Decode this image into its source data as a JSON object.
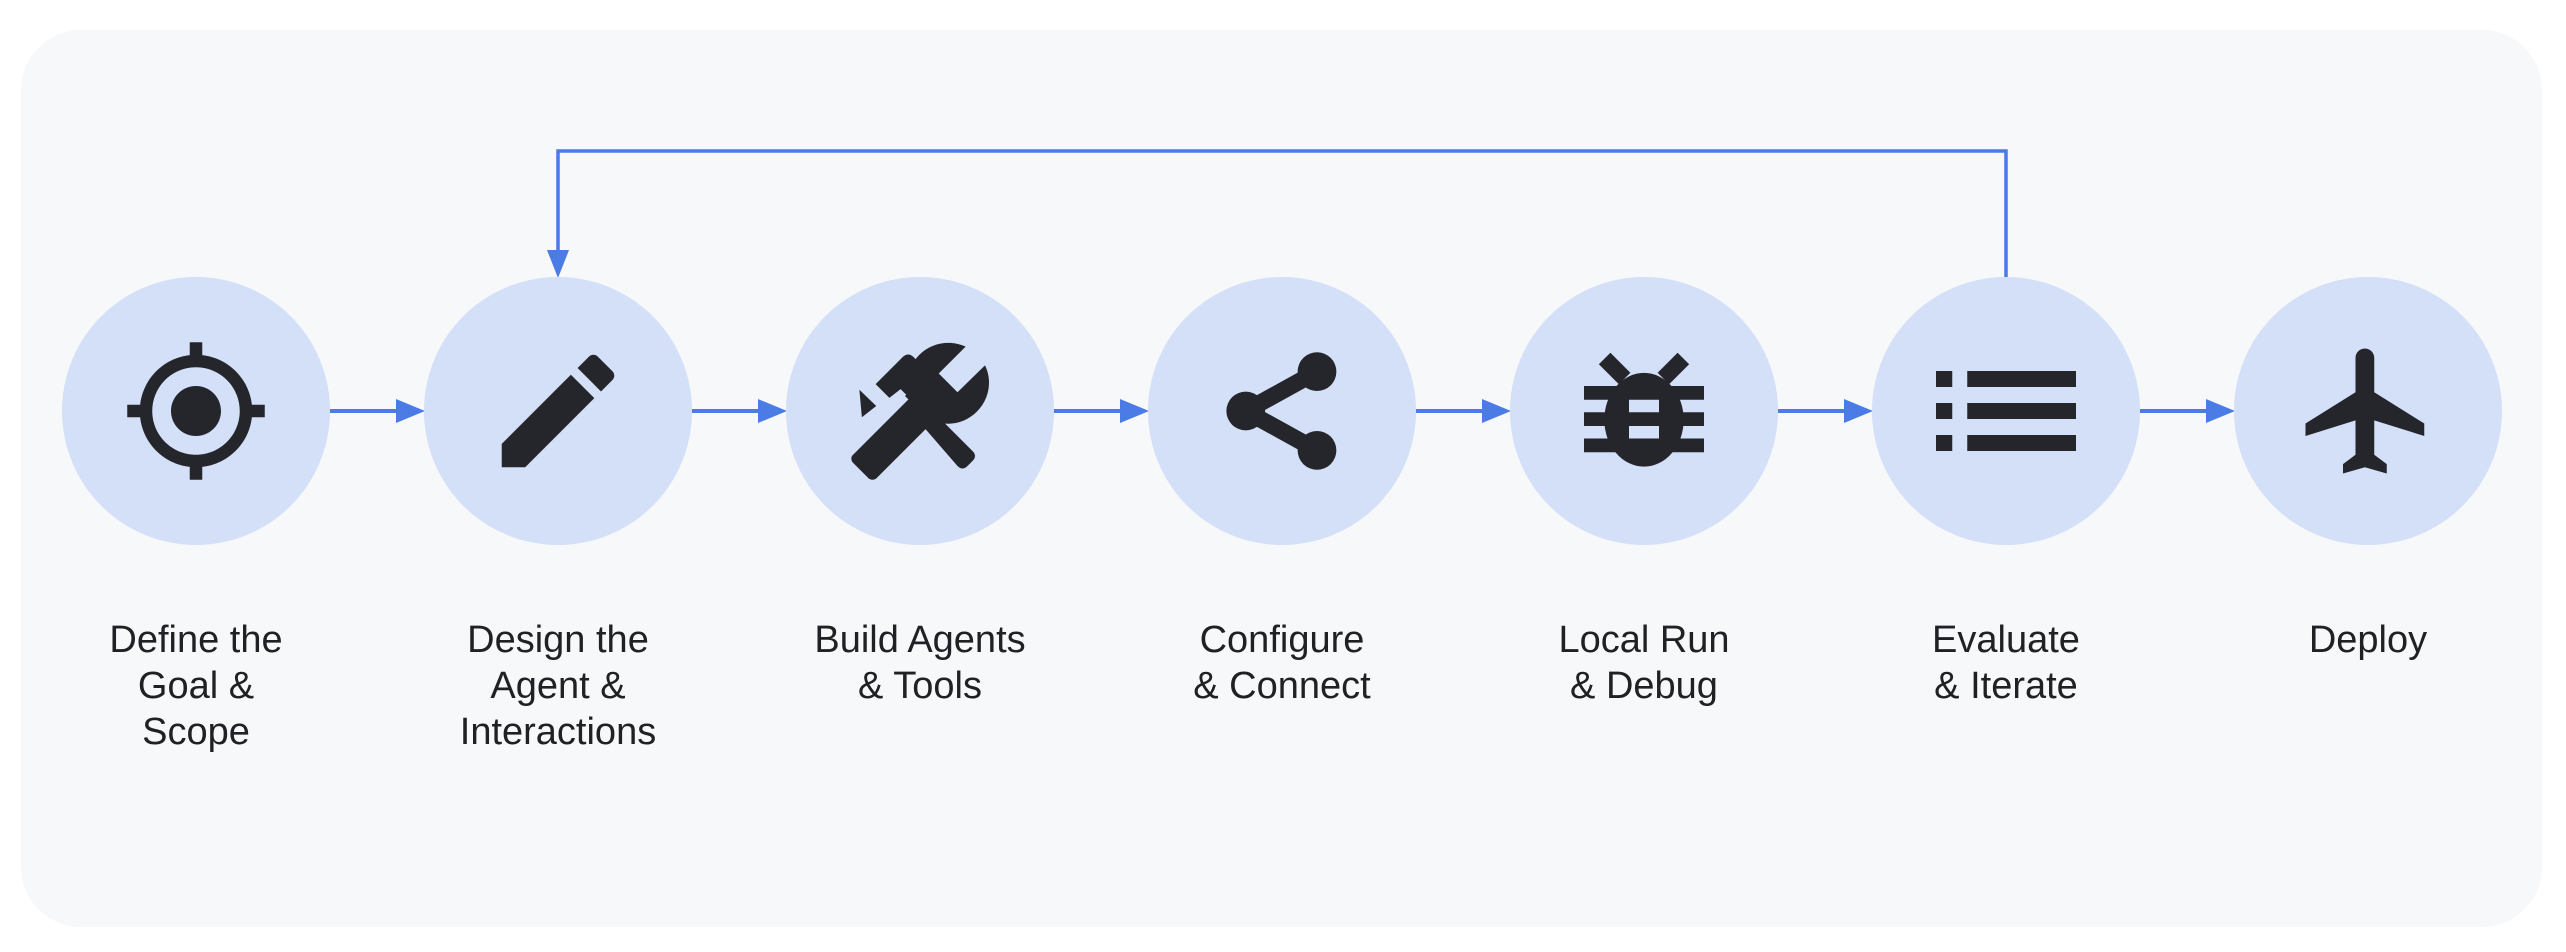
{
  "diagram": {
    "type": "workflow",
    "direction": "left-to-right",
    "steps": [
      {
        "id": "define-goal-scope",
        "label": "Define the\nGoal &\nScope",
        "icon": "target-icon"
      },
      {
        "id": "design-agent-interactions",
        "label": "Design the\nAgent &\nInteractions",
        "icon": "pencil-icon"
      },
      {
        "id": "build-agents-tools",
        "label": "Build Agents\n& Tools",
        "icon": "tools-icon"
      },
      {
        "id": "configure-connect",
        "label": "Configure\n& Connect",
        "icon": "share-icon"
      },
      {
        "id": "local-run-debug",
        "label": "Local Run\n& Debug",
        "icon": "bug-icon"
      },
      {
        "id": "evaluate-iterate",
        "label": "Evaluate\n& Iterate",
        "icon": "list-icon"
      },
      {
        "id": "deploy",
        "label": "Deploy",
        "icon": "airplane-icon"
      }
    ],
    "feedback_loop": {
      "from": "Evaluate & Iterate",
      "to": "Design the Agent & Interactions"
    },
    "colors": {
      "panel_bg": "#f6f8fa",
      "circle_fill": "#d4dff8",
      "icon": "#24262b",
      "arrow": "#4b7be5",
      "text": "#202124",
      "page_bg": "#ffffff"
    }
  }
}
